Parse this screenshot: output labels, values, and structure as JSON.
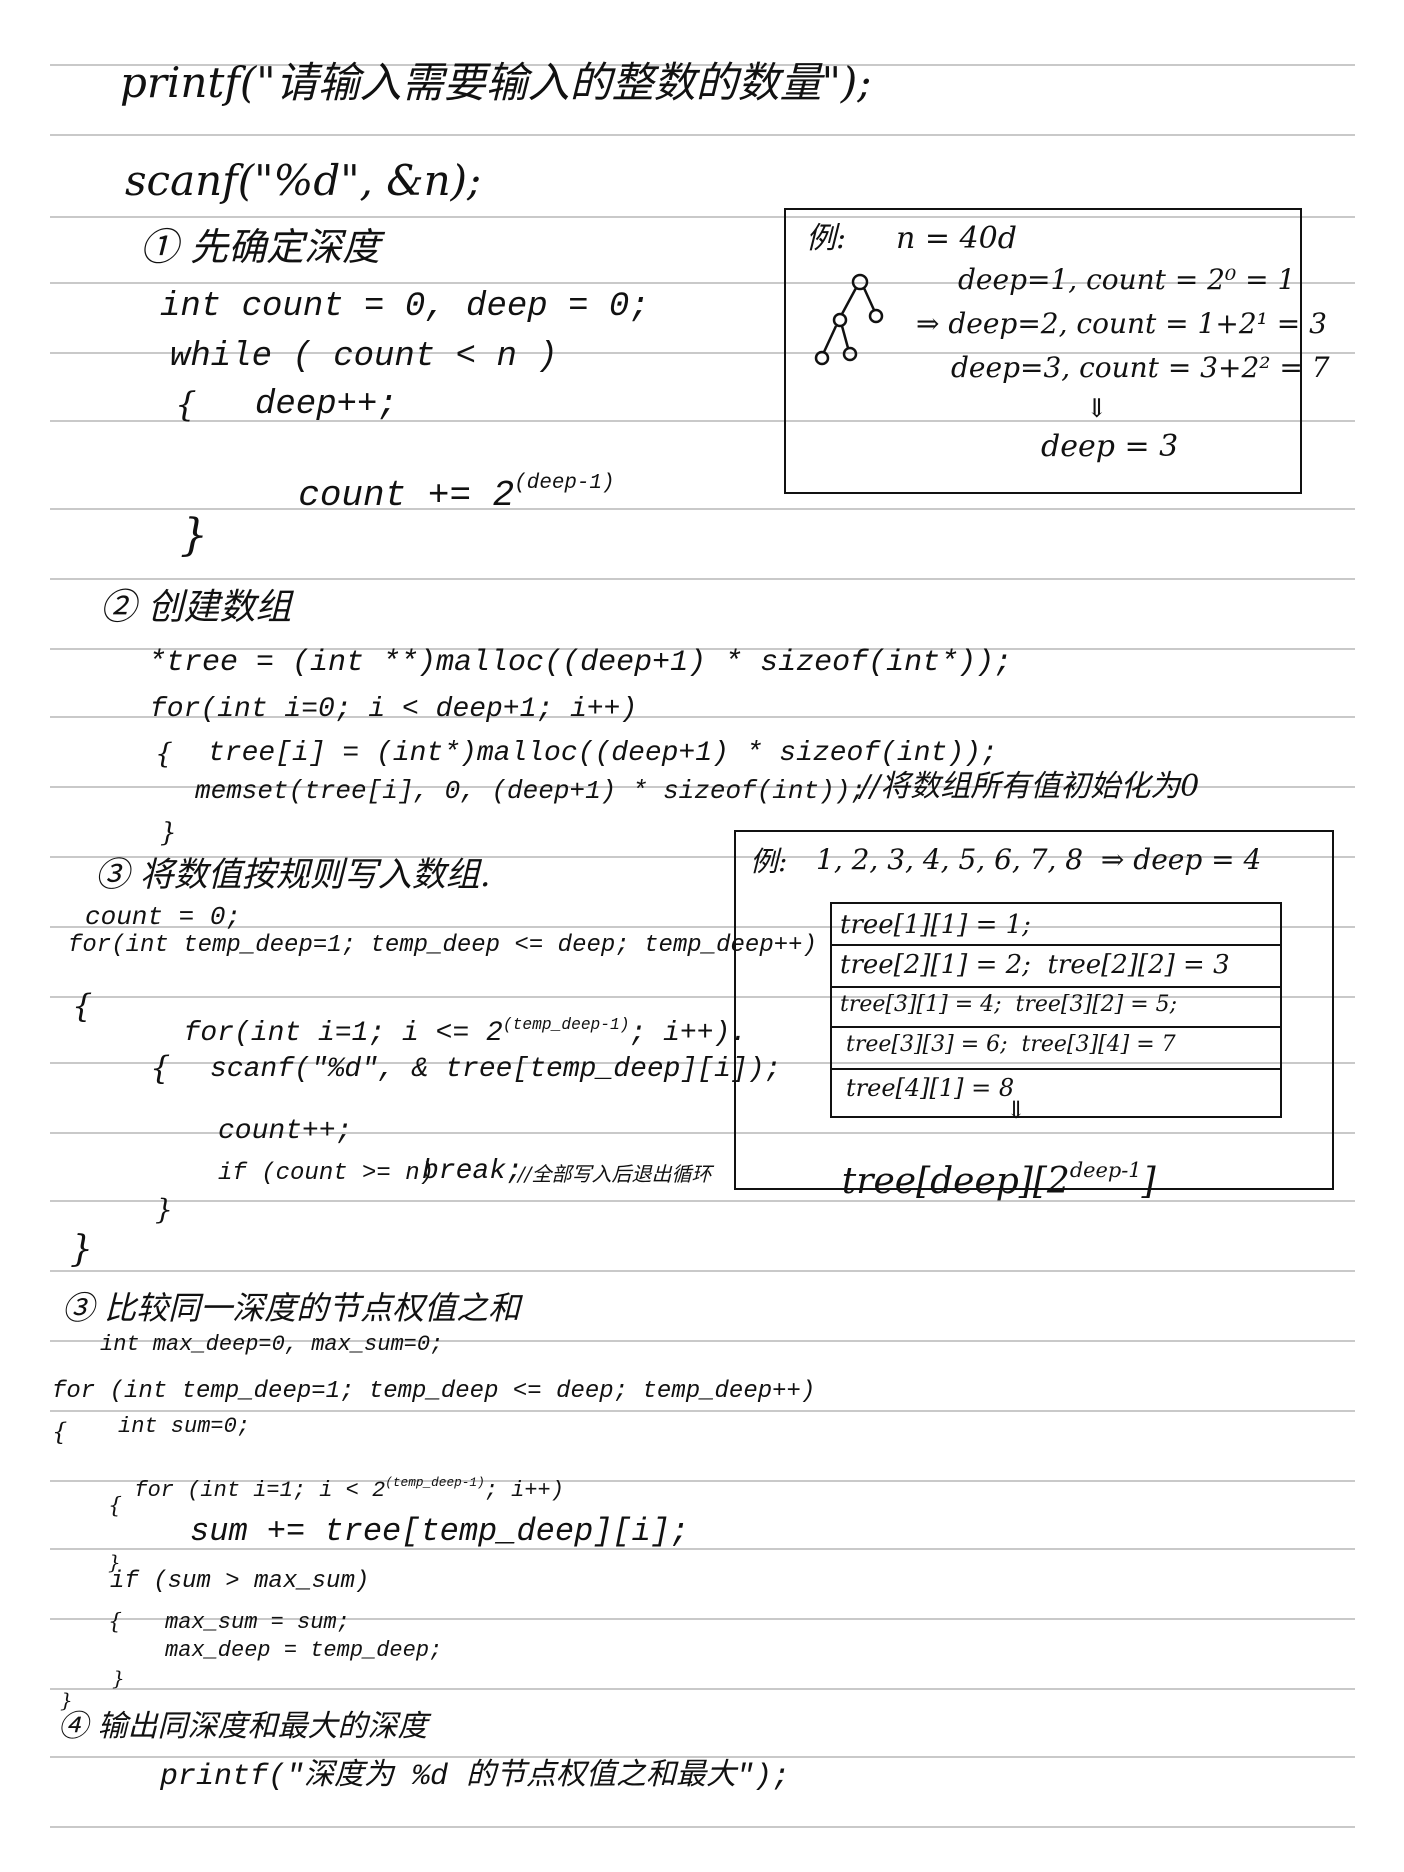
{
  "line1": "printf(\"请输入需要输入的整数的数量\");",
  "line2": "scanf(\"%d\", &n);",
  "s1": {
    "heading": "① 先确定深度",
    "l1": "int count = 0, deep = 0;",
    "l2": "while ( count < n )",
    "l3_brace": "{",
    "l3": "deep++;",
    "l4_pre": "count += 2",
    "l4_sup": "(deep-1)",
    "l5": "}"
  },
  "ex1": {
    "label": "例:",
    "n": "n = 40d",
    "r1": "deep=1, count = 2⁰ = 1",
    "r2": "⇒ deep=2, count = 1+2¹ = 3",
    "r3": "deep=3, count = 3+2² = 7",
    "arrow": "⇓",
    "res": "deep = 3"
  },
  "s2": {
    "heading": "② 创建数组",
    "l1": "*tree = (int **)malloc((deep+1) * sizeof(int*));",
    "l2": "for(int i=0; i < deep+1; i++)",
    "l3_brace": "{",
    "l3": "tree[i] = (int*)malloc((deep+1) * sizeof(int));",
    "l4": "memset(tree[i], 0, (deep+1) * sizeof(int));",
    "l4_comment": "//将数组所有值初始化为0",
    "l5": "}"
  },
  "s3": {
    "heading": "③ 将数值按规则写入数组.",
    "l1": "count = 0;",
    "l2": "for(int temp_deep=1; temp_deep <= deep; temp_deep++)",
    "l3_brace": "{",
    "l3_pre": "for(int i=1; i <= 2",
    "l3_sup": "(temp_deep-1)",
    "l3_post": "; i++).",
    "l4_brace": "{",
    "l4": "scanf(\"%d\", & tree[temp_deep][i]);",
    "l5": "count++;",
    "l6": "if (count >= n)",
    "l6_break": "break;",
    "l6_comment": "//全部写入后退出循环",
    "l7": "}",
    "l8": "}"
  },
  "ex2": {
    "label": "例:",
    "seq": "1, 2, 3, 4, 5, 6, 7, 8  ⇒ deep = 4",
    "rows": [
      "tree[1][1] = 1;",
      "tree[2][1] = 2;  tree[2][2] = 3",
      "tree[3][1] = 4;  tree[3][2] = 5;",
      "tree[3][3] = 6;  tree[3][4] = 7",
      "tree[4][1] = 8"
    ],
    "arrow": "⇓",
    "res_pre": "tree[deep][2",
    "res_sup": "deep-1",
    "res_post": "]"
  },
  "s4": {
    "heading": "③ 比较同一深度的节点权值之和",
    "l1": "int max_deep=0, max_sum=0;",
    "l2": "for (int temp_deep=1; temp_deep <= deep; temp_deep++)",
    "l3_brace": "{",
    "l3": "int sum=0;",
    "l4_pre": "for (int i=1; i < 2",
    "l4_sup": "(temp_deep-1)",
    "l4_post": "; i++)",
    "l5": "{",
    "l6": "sum += tree[temp_deep][i];",
    "l7": "}",
    "l8": "if (sum > max_sum)",
    "l9_brace": "{",
    "l9": "max_sum = sum;",
    "l10": "max_deep = temp_deep;",
    "l11": "}",
    "l12": "}"
  },
  "s5": {
    "heading": "④ 输出同深度和最大的深度",
    "l1": "printf(\"深度为 %d 的节点权值之和最大\");"
  },
  "colors": {
    "ink": "#111111",
    "rule": "#c9c9c9",
    "paper": "#ffffff"
  }
}
